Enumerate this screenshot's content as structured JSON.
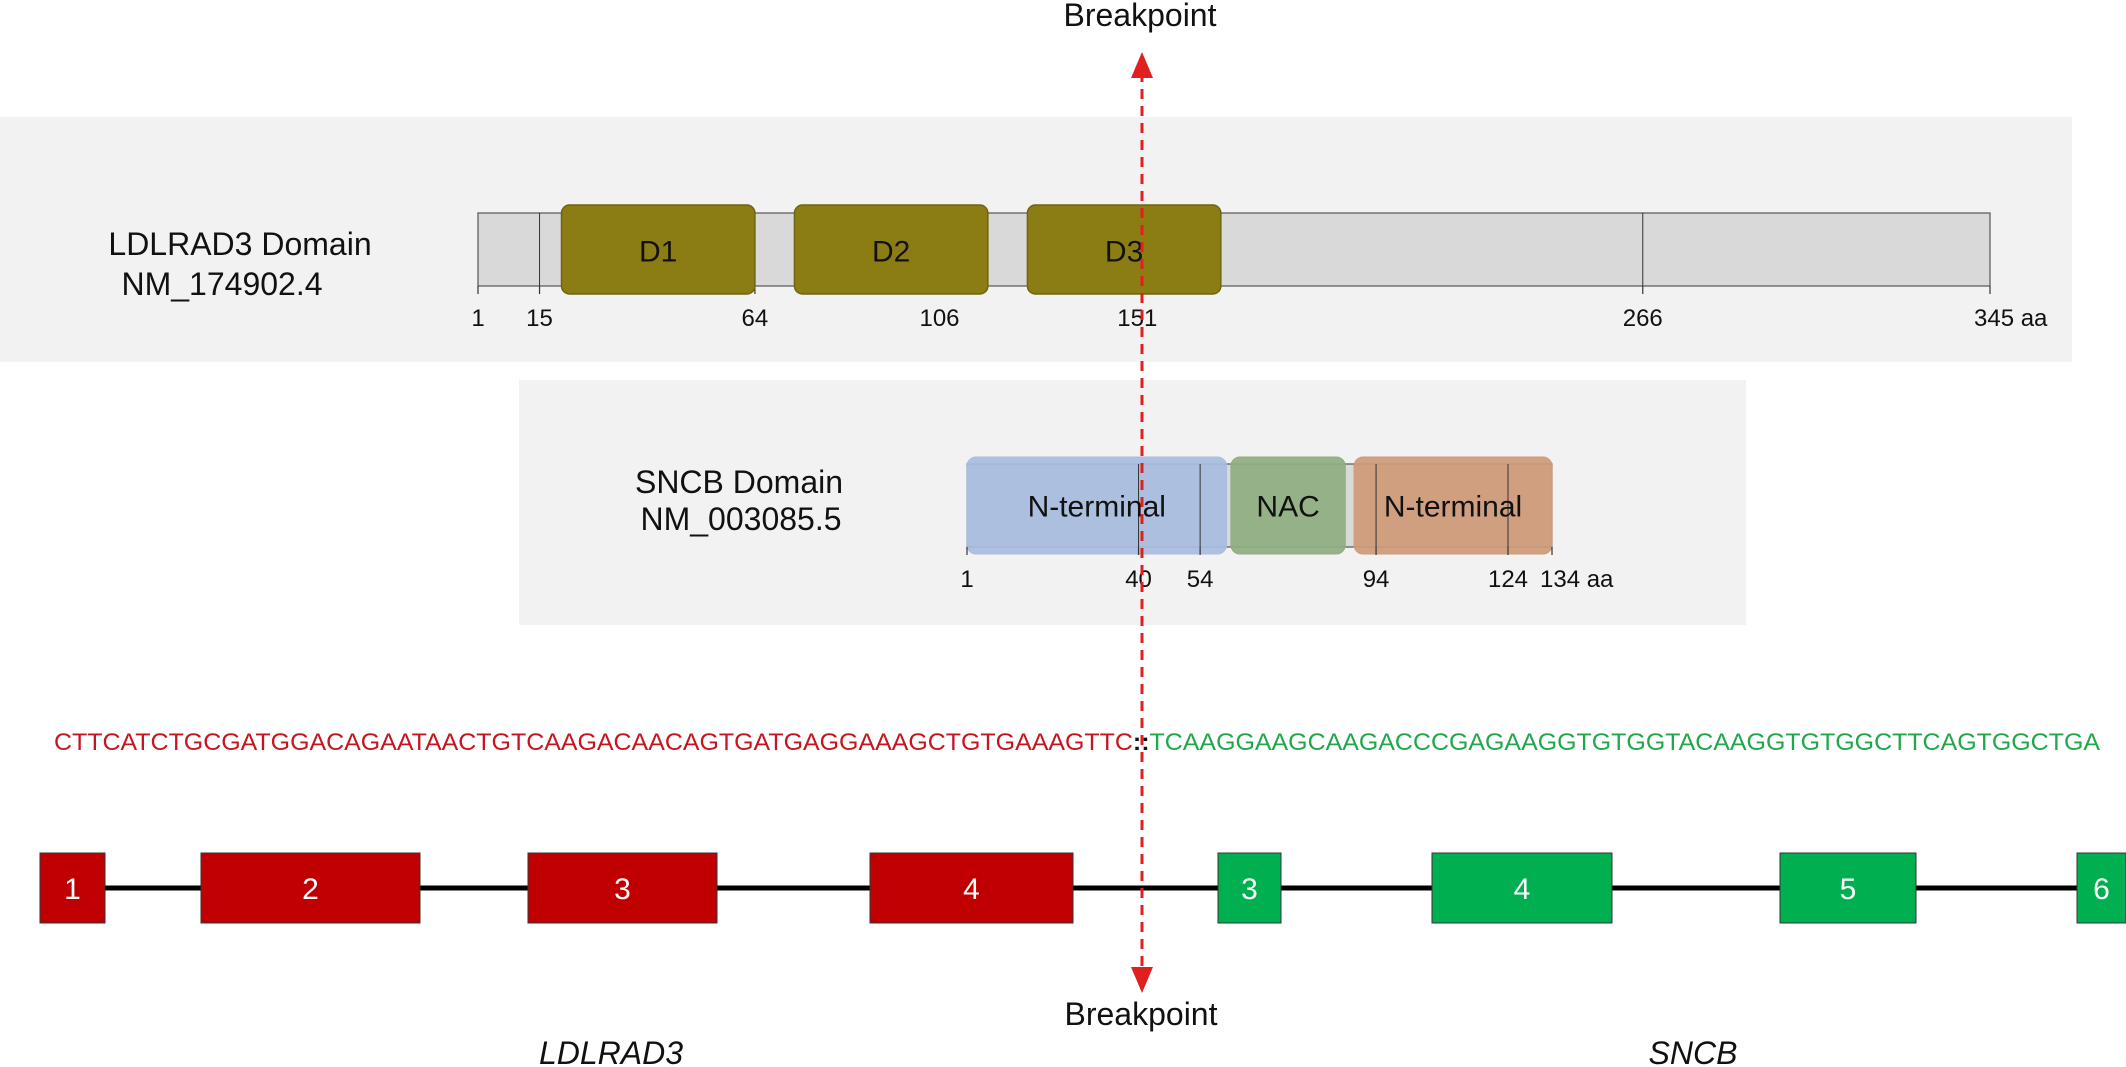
{
  "breakpoint": {
    "top_label": "Breakpoint",
    "bottom_label": "Breakpoint",
    "line_color": "#e02020"
  },
  "ldlrad3_protein": {
    "name_line1": "LDLRAD3  Domain",
    "name_line2": "NM_174902.4",
    "length_aa": 345,
    "domains": [
      {
        "label": "D1",
        "start": 20,
        "end": 64
      },
      {
        "label": "D2",
        "start": 73,
        "end": 117
      },
      {
        "label": "D3",
        "start": 126,
        "end": 170
      }
    ],
    "ticks": [
      {
        "pos": 1,
        "label": "1"
      },
      {
        "pos": 15,
        "label": "15"
      },
      {
        "pos": 64,
        "label": "64"
      },
      {
        "pos": 106,
        "label": "106"
      },
      {
        "pos": 151,
        "label": "151"
      },
      {
        "pos": 266,
        "label": "266"
      },
      {
        "pos": 345,
        "label": "345 aa"
      }
    ],
    "domain_color": "#8b7d14"
  },
  "sncb_protein": {
    "name_line1": "SNCB  Domain",
    "name_line2": "NM_003085.5",
    "length_aa": 134,
    "domains": [
      {
        "label": "N-terminal",
        "start": 1,
        "end": 60,
        "color": "#a8bde0"
      },
      {
        "label": "NAC",
        "start": 61,
        "end": 87,
        "color": "#8fae80"
      },
      {
        "label": "N-terminal",
        "start": 89,
        "end": 134,
        "color": "#cf9a78"
      }
    ],
    "ticks": [
      {
        "pos": 1,
        "label": "1"
      },
      {
        "pos": 40,
        "label": "40"
      },
      {
        "pos": 54,
        "label": "54"
      },
      {
        "pos": 94,
        "label": "94"
      },
      {
        "pos": 124,
        "label": "124"
      },
      {
        "pos": 134,
        "label": "134 aa"
      }
    ]
  },
  "junction_sequence": {
    "left": "CTTCATCTGCGATGGACAGAATAACTGTCAAGACAACAGTGATGAGGAAAGCTGTGAAAGTTC",
    "separator": "::",
    "right": "TCAAGGAAGCAAGACCCGAGAAGGTGTGGTACAAGGTGTGGCTTCAGTGGCTGA",
    "left_color": "#c8141e",
    "right_color": "#1fa84a"
  },
  "exons": {
    "ldlrad3": [
      {
        "label": "1"
      },
      {
        "label": "2"
      },
      {
        "label": "3"
      },
      {
        "label": "4"
      }
    ],
    "sncb": [
      {
        "label": "3"
      },
      {
        "label": "4"
      },
      {
        "label": "5"
      },
      {
        "label": "6"
      }
    ],
    "ldlrad3_color": "#c00000",
    "sncb_color": "#00b050"
  },
  "gene_labels": {
    "left": "LDLRAD3",
    "right": "SNCB"
  }
}
